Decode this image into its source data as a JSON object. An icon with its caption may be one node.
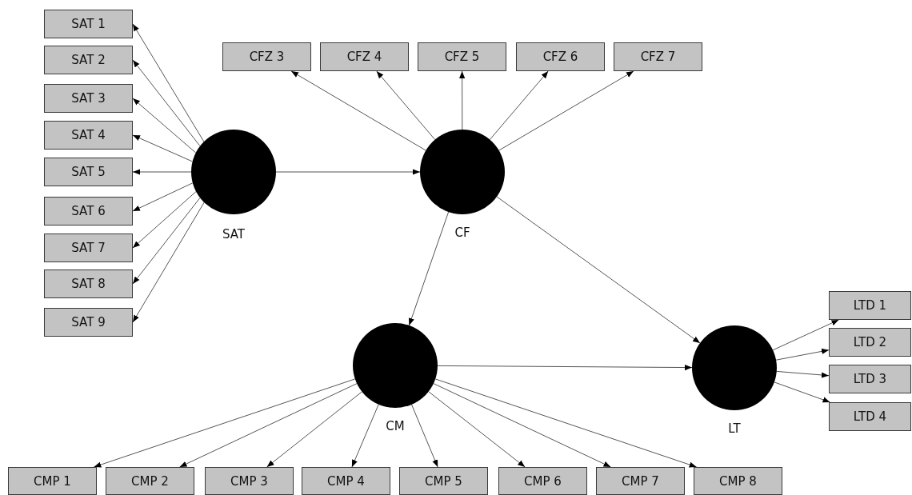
{
  "diagram": {
    "nodes": [
      {
        "text": [
          "SAT 1"
        ]
      },
      {
        "text": [
          "SAT 2"
        ]
      },
      {
        "text": [
          "SAT 3"
        ]
      },
      {
        "text": [
          "SAT 4"
        ]
      },
      {
        "text": [
          "SAT 5"
        ]
      },
      {
        "text": [
          "SAT 6"
        ]
      },
      {
        "text": [
          "SAT 7"
        ]
      },
      {
        "text": [
          "SAT 8"
        ]
      },
      {
        "text": [
          "SAT 9"
        ]
      },
      {
        "text": [
          "CFZ 3"
        ]
      },
      {
        "text": [
          "CFZ 4"
        ]
      },
      {
        "text": [
          "CFZ 5"
        ]
      },
      {
        "text": [
          "CFZ 6"
        ]
      },
      {
        "text": [
          "CFZ 7"
        ]
      },
      {
        "text": [],
        "shape": "circle",
        "beside": [
          "SAT"
        ]
      },
      {
        "text": [],
        "shape": "circle",
        "beside": [
          "CF"
        ]
      },
      {
        "text": [
          "LTD 1"
        ]
      },
      {
        "text": [
          "LTD 2"
        ]
      },
      {
        "text": [
          "LTD 3"
        ]
      },
      {
        "text": [
          "LTD 4"
        ]
      },
      {
        "text": [],
        "shape": "circle",
        "beside": [
          "CM"
        ]
      },
      {
        "text": [],
        "shape": "circle",
        "beside": [
          "LT"
        ]
      },
      {
        "text": [
          "CMP 1"
        ]
      },
      {
        "text": [
          "CMP 2"
        ]
      },
      {
        "text": [
          "CMP 3"
        ]
      },
      {
        "text": [
          "CMP 4"
        ]
      },
      {
        "text": [
          "CMP 5"
        ]
      },
      {
        "text": [
          "CMP 6"
        ]
      },
      {
        "text": [
          "CMP 7"
        ]
      },
      {
        "text": [
          "CMP 8"
        ]
      }
    ],
    "edges": [
      {
        "from": 14,
        "to": 0,
        "arrow": "to"
      },
      {
        "from": 14,
        "to": 1,
        "arrow": "to"
      },
      {
        "from": 14,
        "to": 2,
        "arrow": "to"
      },
      {
        "from": 14,
        "to": 3,
        "arrow": "to"
      },
      {
        "from": 14,
        "to": 4,
        "arrow": "to"
      },
      {
        "from": 14,
        "to": 5,
        "arrow": "to"
      },
      {
        "from": 14,
        "to": 6,
        "arrow": "to"
      },
      {
        "from": 14,
        "to": 7,
        "arrow": "to"
      },
      {
        "from": 14,
        "to": 8,
        "arrow": "to"
      },
      {
        "from": 14,
        "to": 15,
        "arrow": "to"
      },
      {
        "from": 15,
        "to": 9,
        "arrow": "to"
      },
      {
        "from": 15,
        "to": 10,
        "arrow": "to"
      },
      {
        "from": 15,
        "to": 11,
        "arrow": "to"
      },
      {
        "from": 15,
        "to": 12,
        "arrow": "to"
      },
      {
        "from": 15,
        "to": 13,
        "arrow": "to"
      },
      {
        "from": 15,
        "to": 20,
        "arrow": "to"
      },
      {
        "from": 15,
        "to": 21,
        "arrow": "to"
      },
      {
        "from": 20,
        "to": 21,
        "arrow": "to"
      },
      {
        "from": 21,
        "to": 16,
        "arrow": "to"
      },
      {
        "from": 21,
        "to": 17,
        "arrow": "to"
      },
      {
        "from": 21,
        "to": 18,
        "arrow": "to"
      },
      {
        "from": 21,
        "to": 19,
        "arrow": "to"
      },
      {
        "from": 20,
        "to": 22,
        "arrow": "to"
      },
      {
        "from": 20,
        "to": 23,
        "arrow": "to"
      },
      {
        "from": 20,
        "to": 24,
        "arrow": "to"
      },
      {
        "from": 20,
        "to": 25,
        "arrow": "to"
      },
      {
        "from": 20,
        "to": 26,
        "arrow": "to"
      },
      {
        "from": 20,
        "to": 27,
        "arrow": "to"
      },
      {
        "from": 20,
        "to": 28,
        "arrow": "to"
      },
      {
        "from": 20,
        "to": 29,
        "arrow": "to"
      }
    ]
  }
}
